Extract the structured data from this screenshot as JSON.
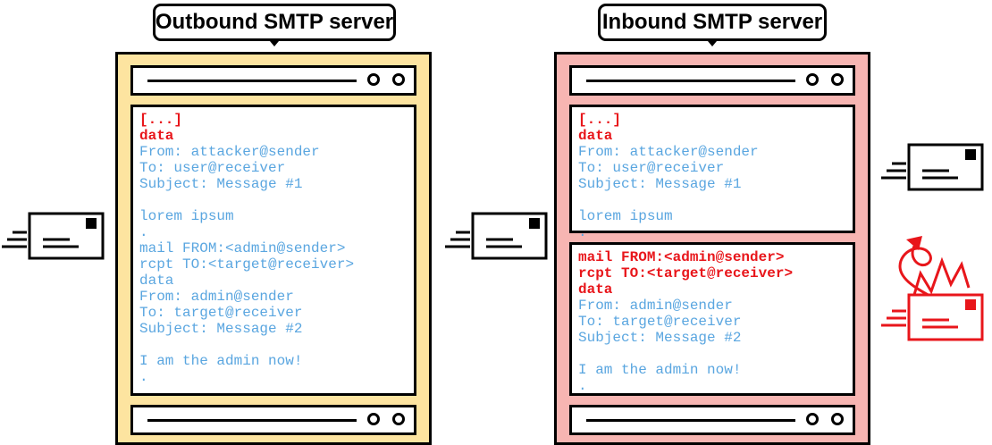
{
  "servers": {
    "outbound": {
      "title": "Outbound SMTP server",
      "fill": "#fde4a0"
    },
    "inbound": {
      "title": "Inbound SMTP server",
      "fill": "#f7b5b2"
    }
  },
  "outbound_lines": [
    {
      "text": "[...]",
      "color": "red"
    },
    {
      "text": "data",
      "color": "red"
    },
    {
      "text": "From: attacker@sender",
      "color": "blue"
    },
    {
      "text": "To: user@receiver",
      "color": "blue"
    },
    {
      "text": "Subject: Message #1",
      "color": "blue"
    },
    {
      "text": "",
      "color": "blank"
    },
    {
      "text": "lorem ipsum",
      "color": "blue"
    },
    {
      "text": ".",
      "color": "blue"
    },
    {
      "text": "mail FROM:<admin@sender>",
      "color": "blue"
    },
    {
      "text": "rcpt TO:<target@receiver>",
      "color": "blue"
    },
    {
      "text": "data",
      "color": "blue"
    },
    {
      "text": "From: admin@sender",
      "color": "blue"
    },
    {
      "text": "To: target@receiver",
      "color": "blue"
    },
    {
      "text": "Subject: Message #2",
      "color": "blue"
    },
    {
      "text": "",
      "color": "blank"
    },
    {
      "text": "I am the admin now!",
      "color": "blue"
    },
    {
      "text": ".",
      "color": "blue"
    }
  ],
  "inbound_top_lines": [
    {
      "text": "[...]",
      "color": "red"
    },
    {
      "text": "data",
      "color": "red"
    },
    {
      "text": "From: attacker@sender",
      "color": "blue"
    },
    {
      "text": "To: user@receiver",
      "color": "blue"
    },
    {
      "text": "Subject: Message #1",
      "color": "blue"
    },
    {
      "text": "",
      "color": "blank"
    },
    {
      "text": "lorem ipsum",
      "color": "blue"
    },
    {
      "text": ".",
      "color": "blue"
    }
  ],
  "inbound_bottom_lines": [
    {
      "text": "mail FROM:<admin@sender>",
      "color": "red"
    },
    {
      "text": "rcpt TO:<target@receiver>",
      "color": "red"
    },
    {
      "text": "data",
      "color": "red"
    },
    {
      "text": "From: admin@sender",
      "color": "blue"
    },
    {
      "text": "To: target@receiver",
      "color": "blue"
    },
    {
      "text": "Subject: Message #2",
      "color": "blue"
    },
    {
      "text": "",
      "color": "blank"
    },
    {
      "text": "I am the admin now!",
      "color": "blue"
    },
    {
      "text": ".",
      "color": "blue"
    }
  ],
  "icons": [
    "email-envelope-icon",
    "email-envelope-icon",
    "email-envelope-icon",
    "spoofed-email-envelope-icon"
  ],
  "colors": {
    "accent_red": "#e8161b",
    "text_blue": "#5aa6e0",
    "outline": "#000000"
  }
}
